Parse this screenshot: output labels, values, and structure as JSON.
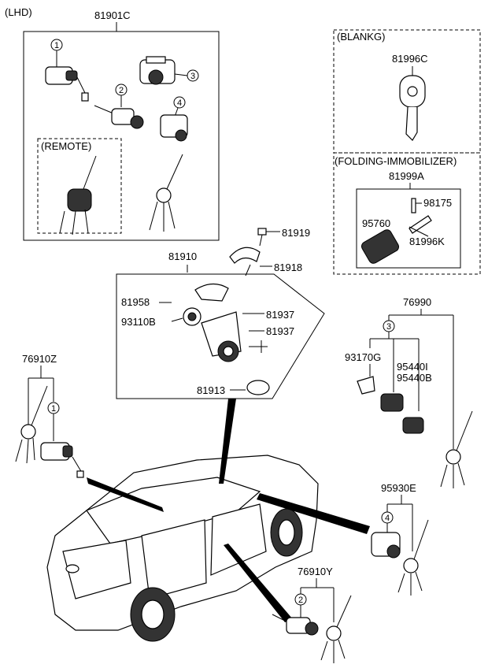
{
  "labels": {
    "lhd": "(LHD)",
    "p81901c": "81901C",
    "remote": "(REMOTE)",
    "blankg": "(BLANKG)",
    "p81996c": "81996C",
    "folding": "(FOLDING-IMMOBILIZER)",
    "p81999a": "81999A",
    "p98175": "98175",
    "p95760": "95760",
    "p81996k": "81996K",
    "p81919": "81919",
    "p81910": "81910",
    "p81918": "81918",
    "p81958": "81958",
    "p93110b": "93110B",
    "p81937a": "81937",
    "p81937b": "81937",
    "p81913": "81913",
    "p76990": "76990",
    "p93170g": "93170G",
    "p95440i": "95440I",
    "p95440b": "95440B",
    "p76910z": "76910Z",
    "p95930e": "95930E",
    "p76910y": "76910Y"
  },
  "callouts": {
    "c1a": "1",
    "c2a": "2",
    "c3a": "3",
    "c4a": "4",
    "c3b": "3",
    "c1b": "1",
    "c4b": "4",
    "c2b": "2"
  },
  "icons": [
    "door-lock-cylinder-icon",
    "ignition-lock-icon",
    "key-icon",
    "remote-key-icon",
    "car-icon",
    "folding-key-icon"
  ]
}
